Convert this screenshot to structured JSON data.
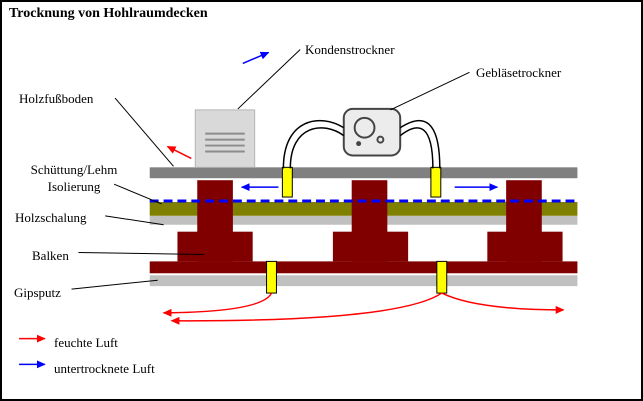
{
  "title": "Trocknung von Hohlraumdecken",
  "labels": {
    "kondenstrockner": "Kondenstrockner",
    "geblasetrockner": "Gebläsetrockner",
    "holzfussboden": "Holzfußboden",
    "schuettung_line1": "Schüttung/Lehm",
    "schuettung_line2": "Isolierung",
    "holzschalung": "Holzschalung",
    "balken": "Balken",
    "gipsputz": "Gipsputz"
  },
  "legend": {
    "items": [
      {
        "label": "feuchte Luft",
        "arrow_color": "#ff0000"
      },
      {
        "label": "untertrocknete Luft",
        "arrow_color": "#0000ff"
      }
    ]
  },
  "colors": {
    "moist_air_red": "#ff0000",
    "dry_air_blue": "#0000ff",
    "beam_maroon": "#800000",
    "insulation_olive": "#808000",
    "floor_gray": "#808080",
    "plaster_silver": "#c0c0c0",
    "duct_yellow": "#ffff00",
    "device_gray": "#d9d9d9",
    "outline_black": "#000000",
    "background_white": "#ffffff"
  }
}
